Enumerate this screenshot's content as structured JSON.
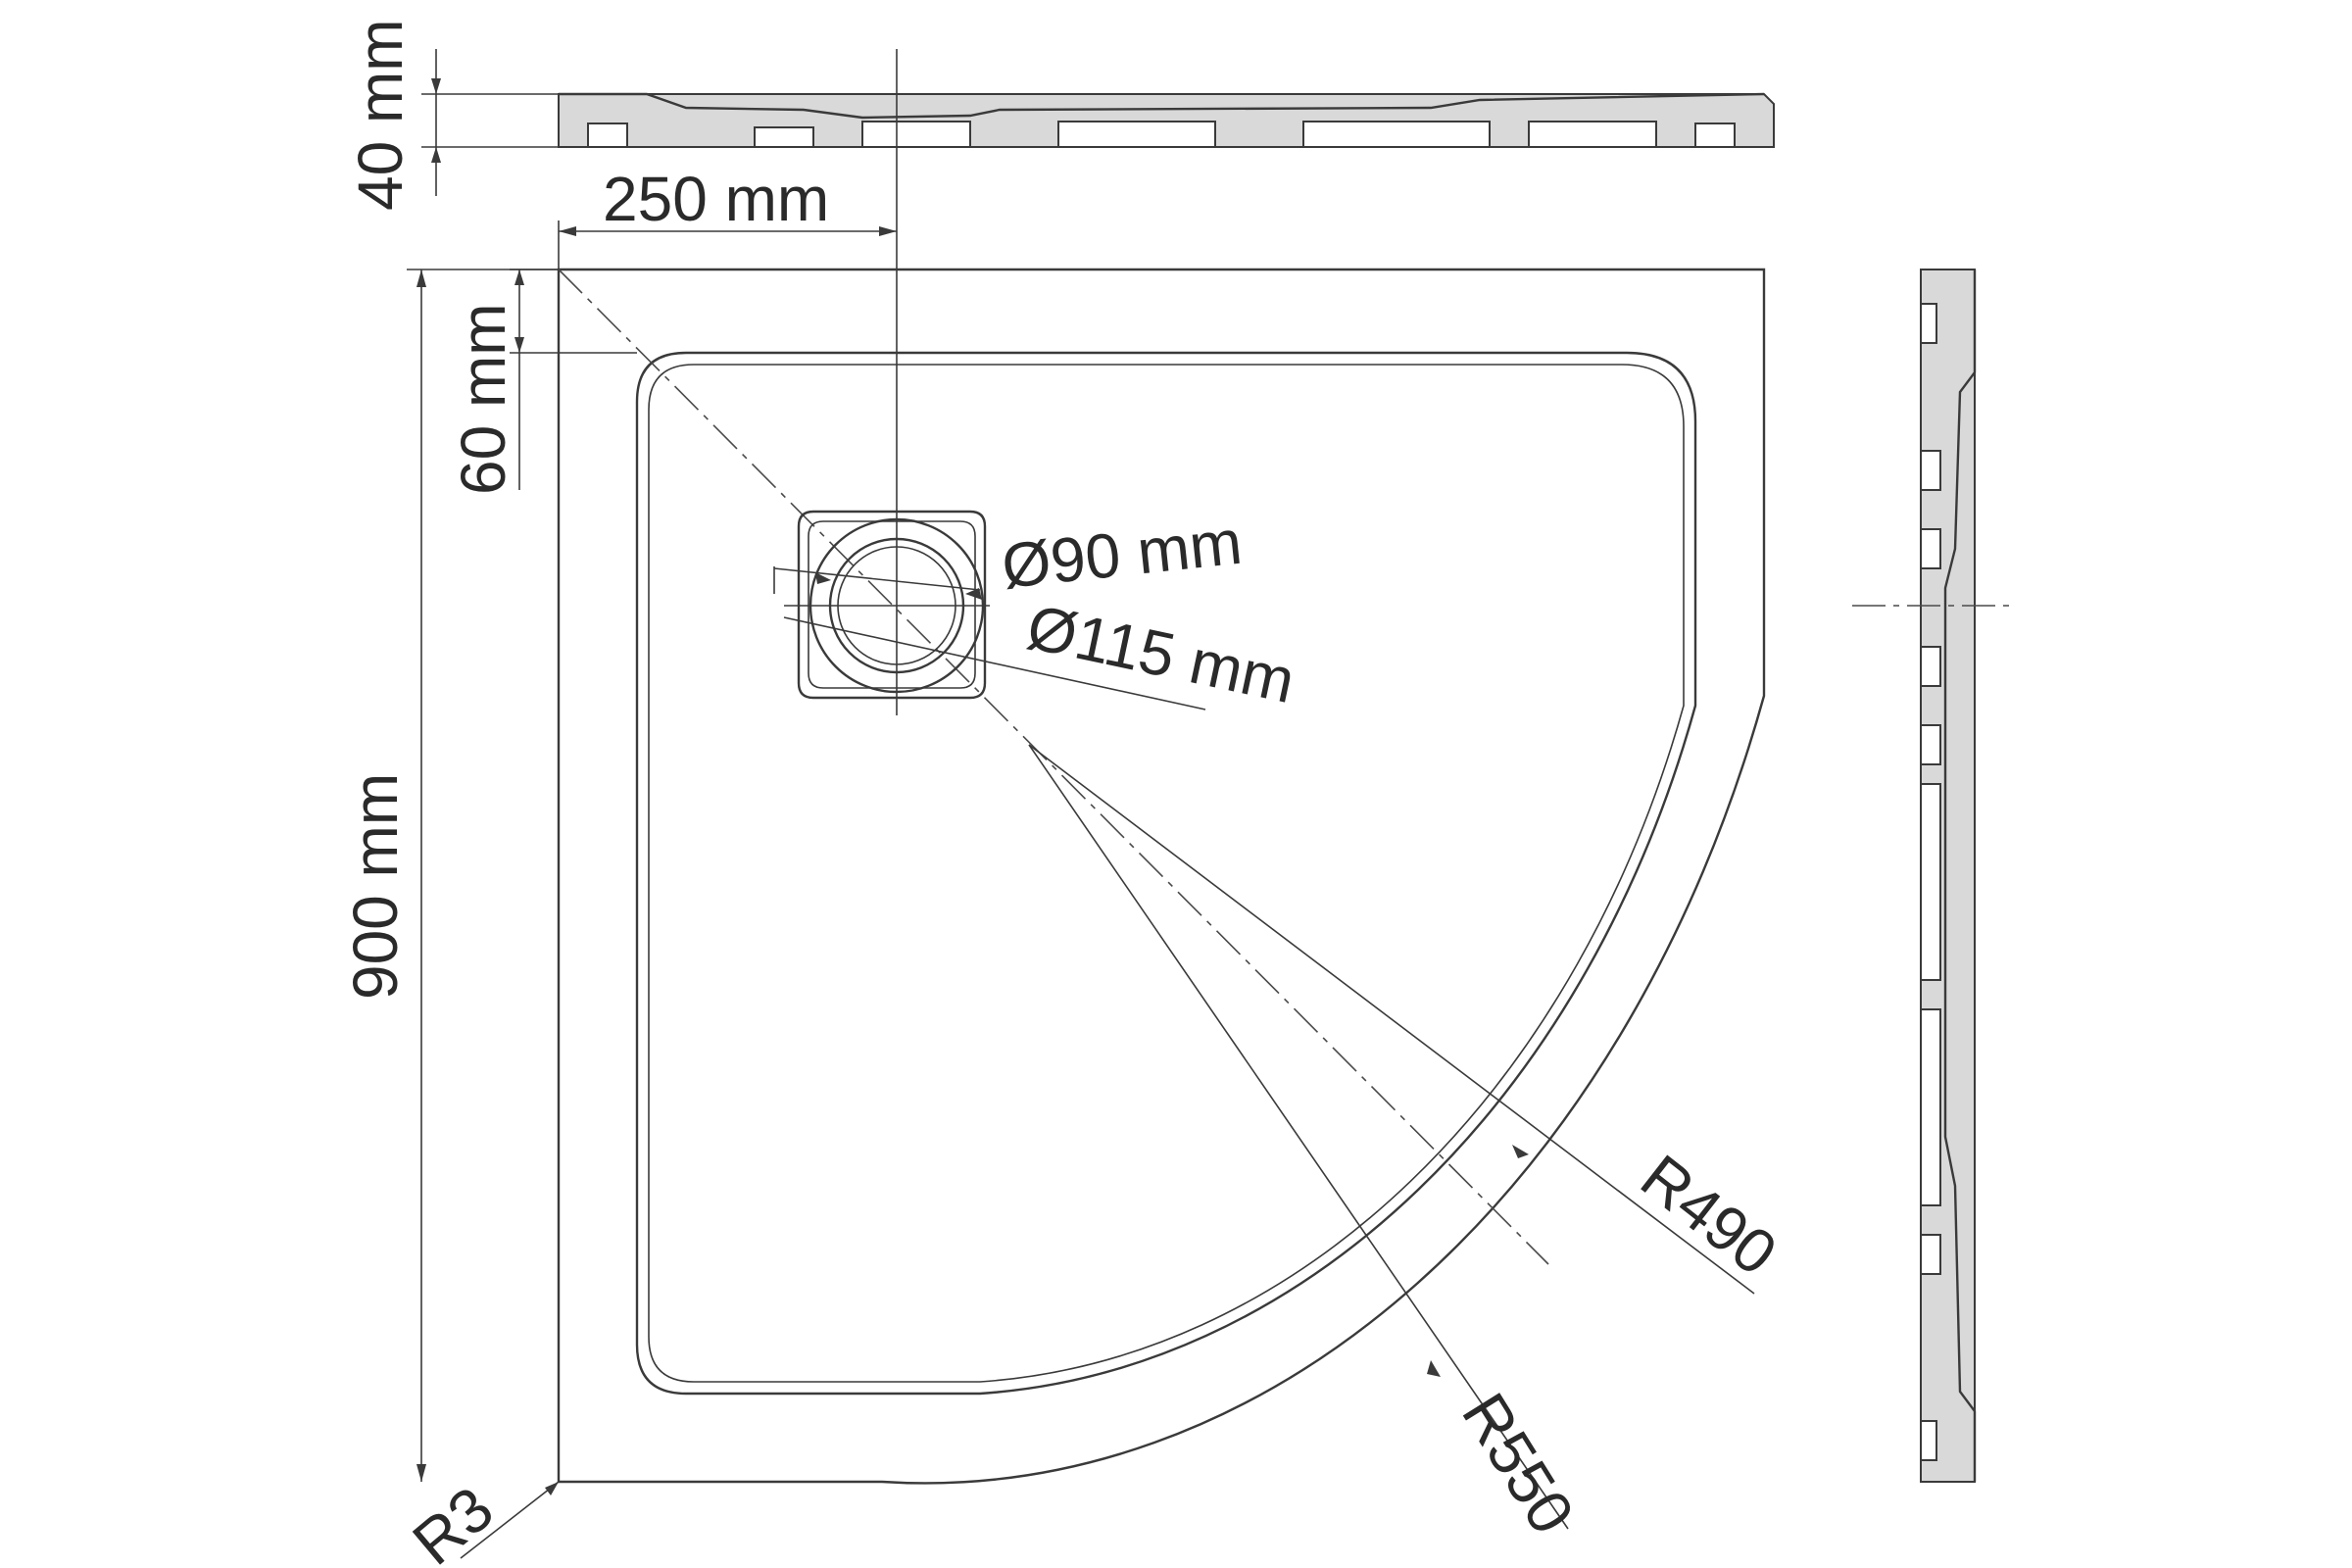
{
  "drawing": {
    "dimensions": {
      "profile_height": "40 mm",
      "drain_offset": "250 mm",
      "rim_width": "60 mm",
      "overall_side": "900 mm",
      "drain_inner_diameter": "Ø90 mm",
      "drain_outer_diameter": "Ø115 mm",
      "inner_radius": "R490",
      "outer_radius": "R550",
      "corner_radius": "R3"
    },
    "colors": {
      "line": "#3a3a3a",
      "section_fill": "#d9d9d9",
      "background": "#ffffff"
    }
  }
}
